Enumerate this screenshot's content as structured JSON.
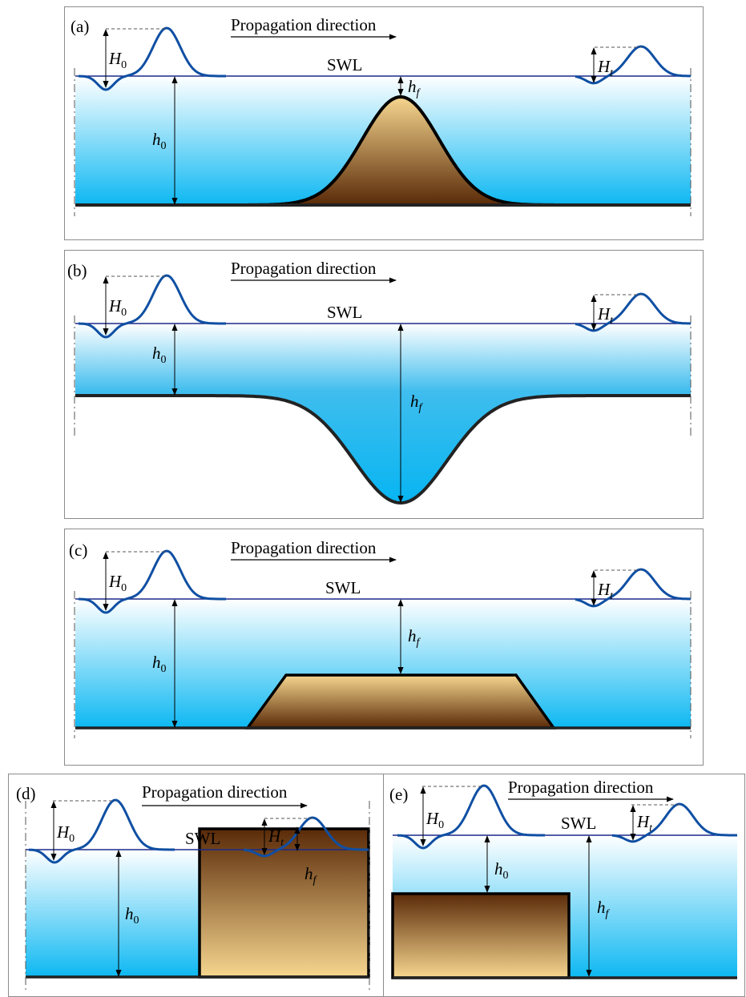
{
  "common": {
    "propagation_label": "Propagation direction",
    "swl_label": "SWL",
    "incident_height": {
      "main": "H",
      "sub": "0"
    },
    "transmitted_height": {
      "main": "H",
      "sub": "t"
    },
    "depth_initial": {
      "main": "h",
      "sub": "0"
    },
    "depth_feature": {
      "main": "h",
      "sub": "f"
    }
  },
  "colors": {
    "water_top": "#ffffff",
    "water_bottom": "#0db8f2",
    "wave_line": "#0f4fa3",
    "swl_line": "#1a2a8a",
    "sediment_light": "#f6d68f",
    "sediment_dark": "#5a2a08",
    "panel_border": "#8c8c8c"
  },
  "panels": [
    {
      "id": "a",
      "tag": "(a)",
      "bathymetry": "gaussian-hump"
    },
    {
      "id": "b",
      "tag": "(b)",
      "bathymetry": "gaussian-trench"
    },
    {
      "id": "c",
      "tag": "(c)",
      "bathymetry": "trapezoidal-bar"
    },
    {
      "id": "d",
      "tag": "(d)",
      "bathymetry": "step-up"
    },
    {
      "id": "e",
      "tag": "(e)",
      "bathymetry": "step-down"
    }
  ]
}
